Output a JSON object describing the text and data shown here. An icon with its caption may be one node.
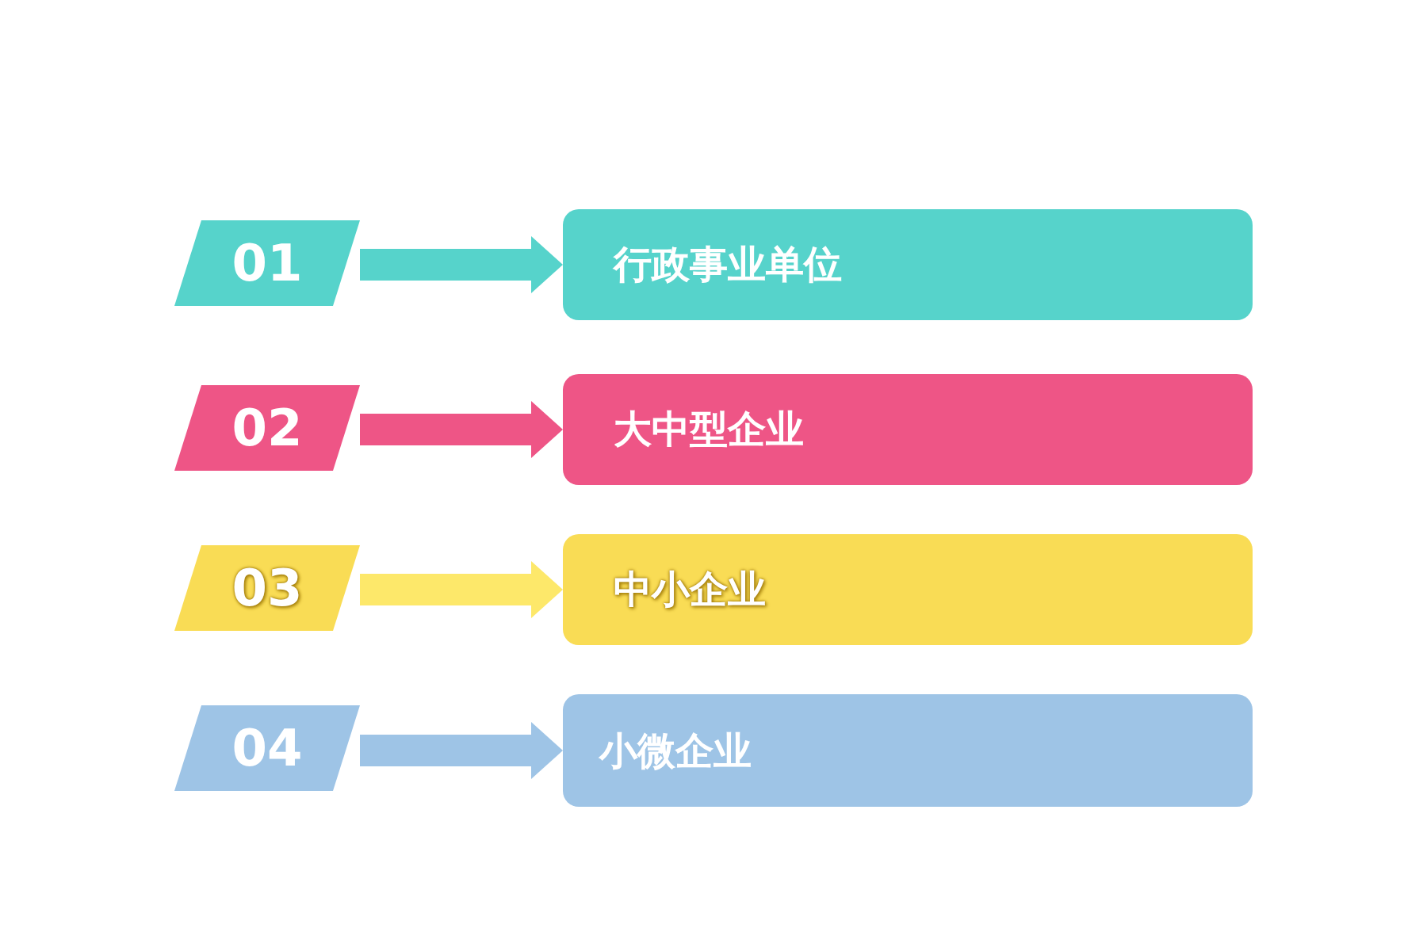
{
  "diagram": {
    "nodes": [
      {
        "text": [
          "01"
        ]
      },
      {
        "text": [
          "行政事业单位"
        ]
      },
      {
        "text": [
          "02"
        ]
      },
      {
        "text": [
          "大中型企业"
        ]
      },
      {
        "text": [
          "03"
        ]
      },
      {
        "text": [
          "中小企业"
        ]
      },
      {
        "text": [
          "04"
        ]
      },
      {
        "text": [
          "小微企业"
        ]
      }
    ],
    "edges": [
      {
        "from": 0,
        "to": 1,
        "arrow": "to",
        "color": "#56d3cb"
      },
      {
        "from": 2,
        "to": 3,
        "arrow": "to",
        "color": "#ee5586"
      },
      {
        "from": 4,
        "to": 5,
        "arrow": "to",
        "color": "#fde86a"
      },
      {
        "from": 6,
        "to": 7,
        "arrow": "to",
        "color": "#9ec4e6"
      }
    ]
  }
}
